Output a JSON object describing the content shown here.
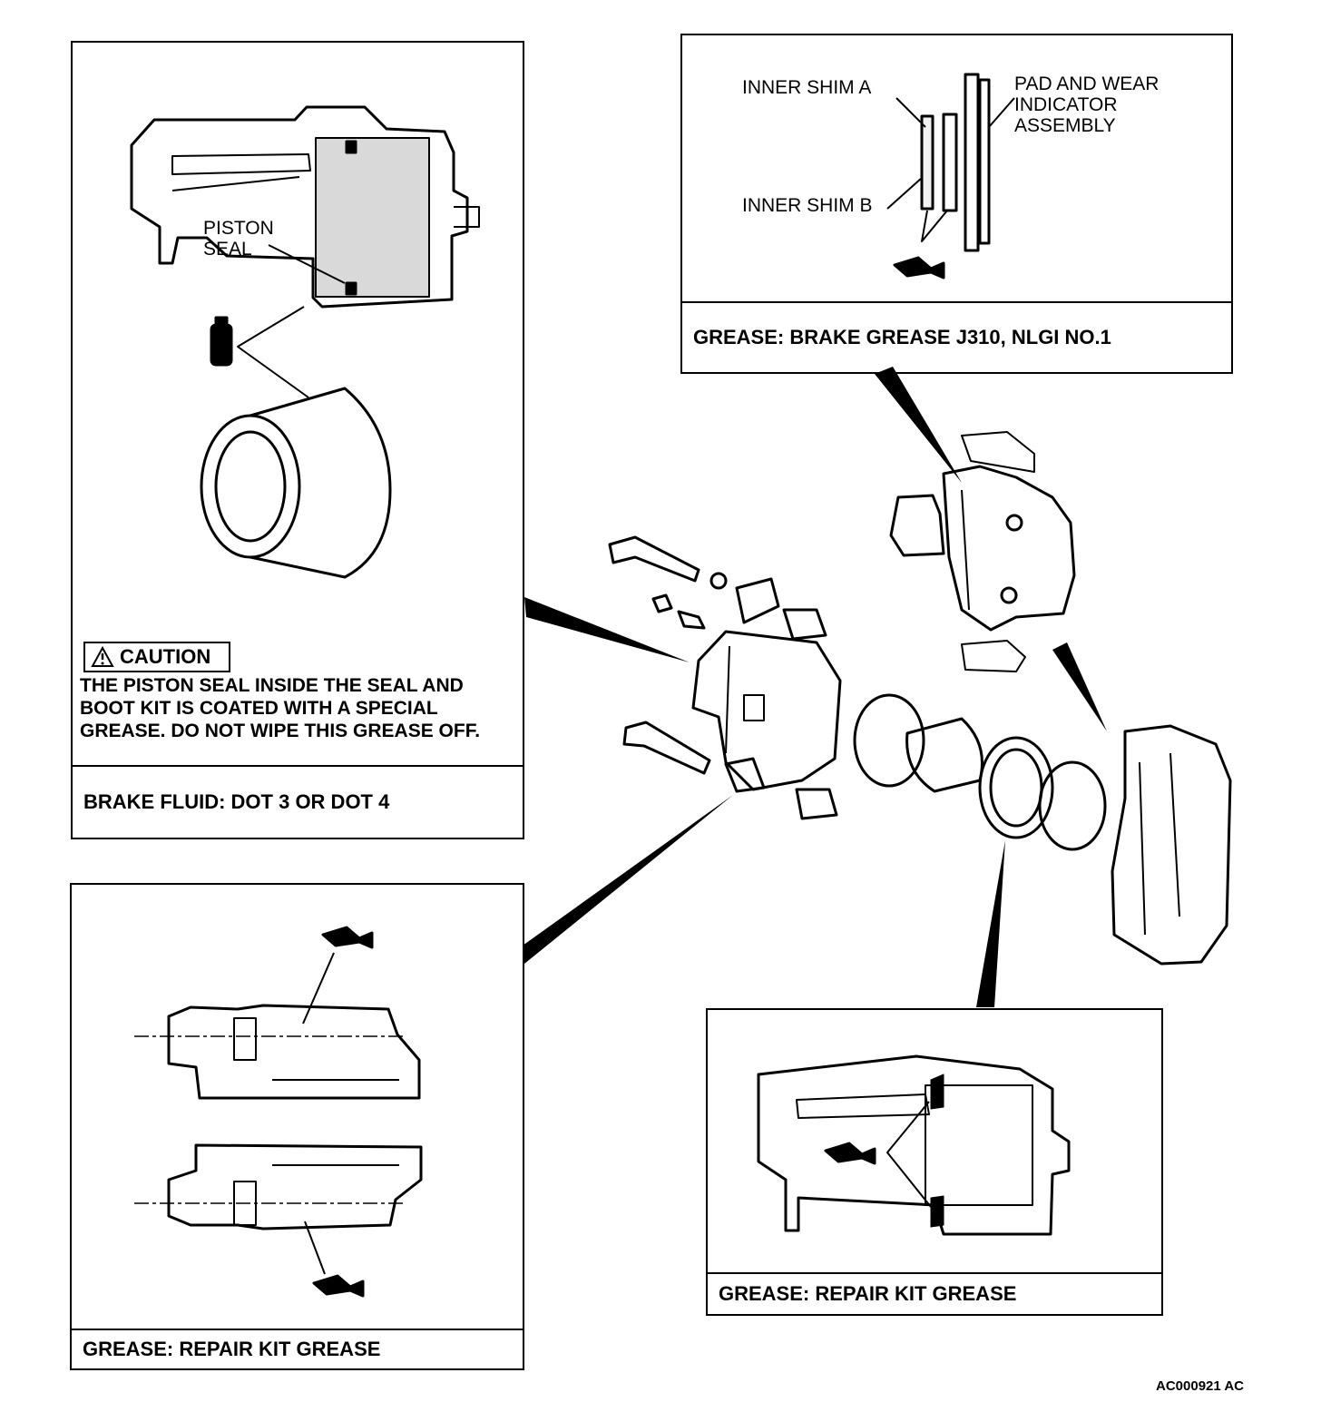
{
  "panels": {
    "piston": {
      "piston_seal_label": "PISTON\nSEAL",
      "caution_badge": "CAUTION",
      "caution_text": "THE PISTON SEAL INSIDE THE SEAL AND\nBOOT KIT IS COATED WITH A SPECIAL\nGREASE. DO NOT WIPE THIS GREASE OFF.",
      "footer": "BRAKE FLUID:  DOT 3 OR DOT 4"
    },
    "shims": {
      "inner_shim_a": "INNER SHIM A",
      "inner_shim_b": "INNER SHIM B",
      "pad_label": "PAD AND WEAR\nINDICATOR\nASSEMBLY",
      "footer": "GREASE: BRAKE GREASE J310, NLGI NO.1"
    },
    "pins": {
      "footer": "GREASE: REPAIR KIT GREASE"
    },
    "caliper_seal": {
      "footer": "GREASE: REPAIR KIT GREASE"
    }
  },
  "figure_code": "AC000921 AC",
  "icons": [
    "warning-triangle-icon",
    "brake-fluid-bottle-icon",
    "grease-gun-icon"
  ]
}
